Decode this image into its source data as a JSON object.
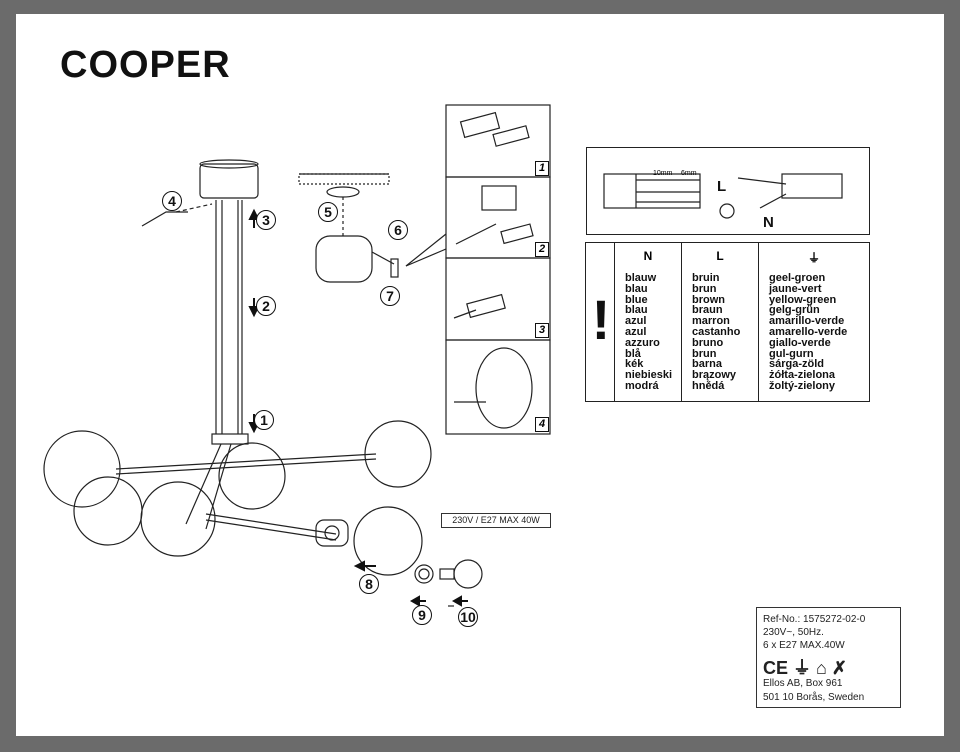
{
  "title": "COOPER",
  "spec_label": "230V / E27 MAX 40W",
  "steps": [
    "1",
    "2",
    "3",
    "4",
    "5",
    "6",
    "7",
    "8",
    "9",
    "10"
  ],
  "panels": [
    "1",
    "2",
    "3",
    "4"
  ],
  "wiring": {
    "dim_left": "10mm",
    "dim_right": "6mm",
    "label_l": "L",
    "label_n": "N"
  },
  "color_table": {
    "col_n": {
      "header": "N",
      "entries": [
        "blauw",
        "blau",
        "blue",
        "blau",
        "azul",
        "azul",
        "azzuro",
        "blå",
        "kék",
        "niebieski",
        "modrá"
      ]
    },
    "col_l": {
      "header": "L",
      "entries": [
        "bruin",
        "brun",
        "brown",
        "braun",
        "marron",
        "castanho",
        "bruno",
        "brun",
        "barna",
        "brązowy",
        "hnědá"
      ]
    },
    "col_e": {
      "header_icon": "earth-ground-icon",
      "entries": [
        "geel-groen",
        "jaune-vert",
        "yellow-green",
        "gelg-grün",
        "amarillo-verde",
        "amarello-verde",
        "giallo-verde",
        "gul-gurn",
        "sárga-zöld",
        "żółta-zielona",
        "žoltý-zielony"
      ]
    }
  },
  "ref_box": {
    "ref_no": "Ref-No.: 1575272-02-0",
    "voltage": "230V~, 50Hz.",
    "bulbs": "6 x E27 MAX.40W",
    "company": "Ellos AB, Box 961",
    "address": "501 10 Borås, Sweden"
  },
  "colors": {
    "line": "#222222",
    "background": "#ffffff",
    "frame": "#6b6b6b"
  }
}
